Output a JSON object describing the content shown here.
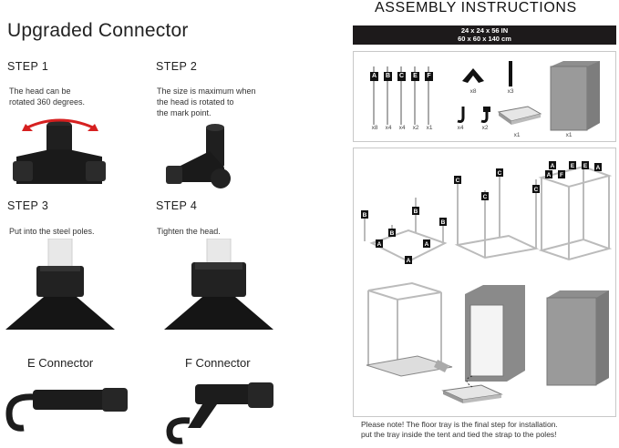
{
  "left": {
    "title": "Upgraded Connector",
    "steps": [
      {
        "label": "STEP 1",
        "text_lines": [
          "The head can be",
          "rotated 360 degrees."
        ]
      },
      {
        "label": "STEP 2",
        "text_lines": [
          "The size is maximum when",
          "the head is rotated to",
          "the mark point."
        ]
      },
      {
        "label": "STEP 3",
        "text_lines": [
          "Put into the steel poles."
        ]
      },
      {
        "label": "STEP 4",
        "text_lines": [
          "Tighten the head."
        ]
      }
    ],
    "connectors": [
      {
        "label": "E Connector"
      },
      {
        "label": "F Connector"
      }
    ]
  },
  "right": {
    "title": "ASSEMBLY INSTRUCTIONS",
    "spec_line1": "24 x 24 x 56 IN",
    "spec_line2": "60 x 60 x 140 cm",
    "parts": [
      {
        "letter": "A",
        "qty": "x8"
      },
      {
        "letter": "B",
        "qty": "x4"
      },
      {
        "letter": "C",
        "qty": "x4"
      },
      {
        "letter": "E",
        "qty": "x2"
      },
      {
        "letter": "F",
        "qty": "x1"
      }
    ],
    "other_parts": [
      {
        "name": "corner-connector",
        "qty": "x8"
      },
      {
        "name": "strap",
        "qty": "x3"
      },
      {
        "name": "e-hook",
        "qty": "x4"
      },
      {
        "name": "f-hook",
        "qty": "x2"
      },
      {
        "name": "floor-tray",
        "qty": "x1"
      },
      {
        "name": "tent-cover",
        "qty": "x1"
      }
    ],
    "diagram_labels": {
      "a": "A",
      "b": "B",
      "c": "C",
      "e": "E",
      "f": "F"
    },
    "note_line1": "Please note! The floor tray is the final step for installation.",
    "note_line2": "put the tray inside the tent and tied the strap to the poles!"
  },
  "colors": {
    "dark": "#1d1a1b",
    "gray": "#8e8e8e",
    "red": "#d62020"
  }
}
